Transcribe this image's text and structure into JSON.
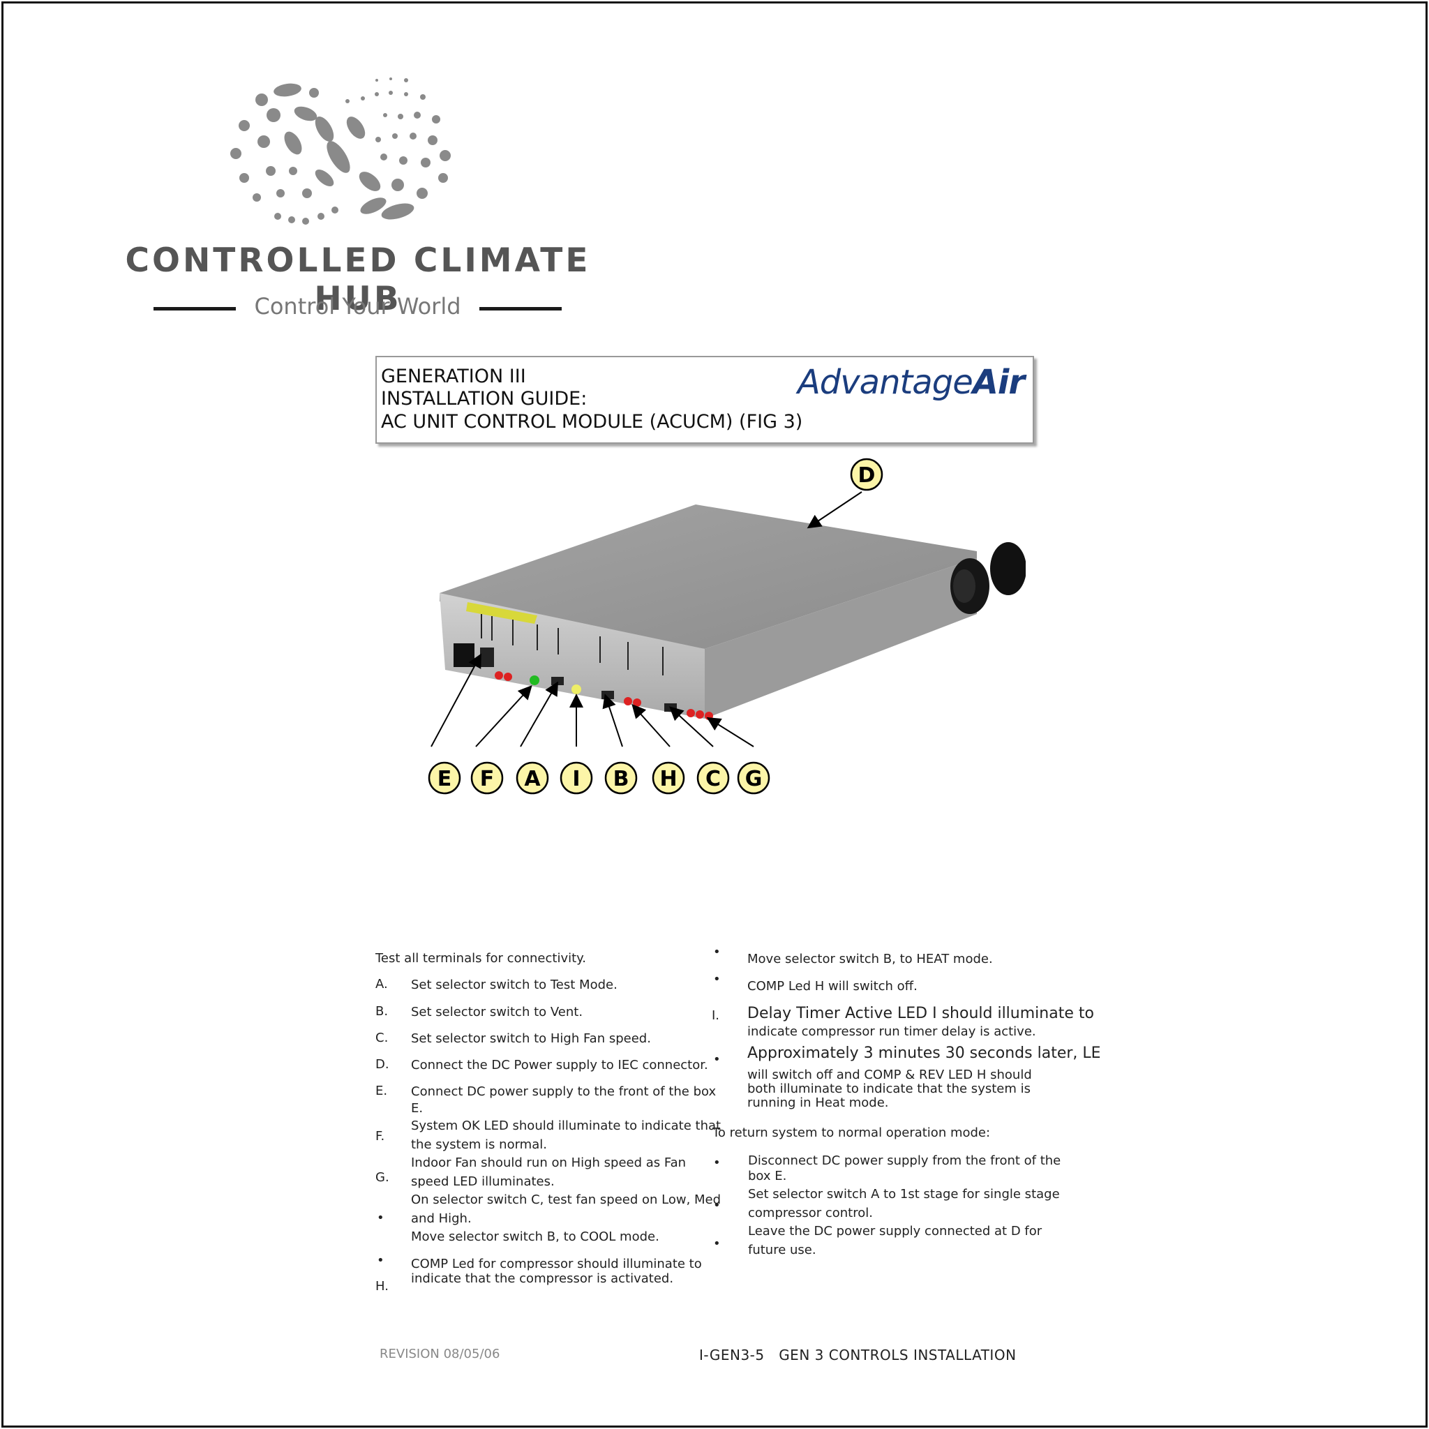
{
  "logo": {
    "name": "CONTROLLED CLIMATE HUB",
    "tagline": "Control Your World"
  },
  "header": {
    "line1": "GENERATION III",
    "line2": "INSTALLATION GUIDE:",
    "line3": "AC UNIT CONTROL MODULE (ACUCM) (FIG 3)",
    "brand_plain": "Advantage",
    "brand_bold": "Air",
    "brand_color": "#1b3d7e"
  },
  "figure": {
    "callouts": [
      "D",
      "E",
      "F",
      "A",
      "I",
      "B",
      "H",
      "C",
      "G"
    ],
    "callout_fill": "#fcf5a8"
  },
  "left_column": {
    "intro": "Test all terminals for connectivity.",
    "items": [
      {
        "marker": "A.",
        "lines": [
          "Set selector switch to Test Mode."
        ]
      },
      {
        "marker": "B.",
        "lines": [
          "Set selector switch to Vent."
        ]
      },
      {
        "marker": "C.",
        "lines": [
          "Set selector switch to High Fan speed."
        ]
      },
      {
        "marker": "D.",
        "lines": [
          "Connect the DC Power supply to IEC connector."
        ]
      },
      {
        "marker": "E.",
        "lines": [
          "Connect DC power supply to the front of the box",
          "E."
        ]
      },
      {
        "marker": "F.",
        "lines": [
          "System OK LED should illuminate to indicate that",
          "the system is normal."
        ]
      },
      {
        "marker": "G.",
        "lines": [
          "Indoor Fan should run on High speed as Fan",
          "speed LED illuminates."
        ]
      },
      {
        "marker": "•",
        "lines": [
          "On selector switch C, test fan speed on Low, Med",
          "and High."
        ]
      },
      {
        "marker": "•",
        "lines": [
          "Move selector switch B, to COOL mode."
        ]
      },
      {
        "marker": "H.",
        "lines": [
          "COMP Led for compressor should illuminate to",
          "indicate that the compressor is activated."
        ]
      }
    ]
  },
  "right_column": {
    "items_top": [
      {
        "marker": "•",
        "lines": [
          "Move selector switch B, to HEAT mode."
        ]
      },
      {
        "marker": "•",
        "lines": [
          "COMP Led H will switch off."
        ]
      },
      {
        "marker": "I.",
        "lines": [
          "Delay Timer Active LED I should illuminate to",
          "indicate compressor run timer delay is active."
        ]
      },
      {
        "marker": "•",
        "lines": [
          "Approximately 3 minutes 30 seconds later, LE",
          "will switch off and COMP & REV LED H should",
          "both illuminate to indicate that the system is",
          "running in Heat mode."
        ]
      }
    ],
    "return_heading": "To return system to normal operation mode:",
    "items_bottom": [
      {
        "marker": "•",
        "lines": [
          "Disconnect DC power supply from the front of the",
          "box E."
        ]
      },
      {
        "marker": "•",
        "lines": [
          "Set selector switch A to 1st stage for single stage",
          "compressor control."
        ]
      },
      {
        "marker": "•",
        "lines": [
          "Leave the DC power supply connected at D for",
          "future use."
        ]
      }
    ]
  },
  "footer": {
    "revision": "REVISION 08/05/06",
    "code": "I-GEN3-5",
    "title": "GEN 3 CONTROLS INSTALLATION"
  }
}
